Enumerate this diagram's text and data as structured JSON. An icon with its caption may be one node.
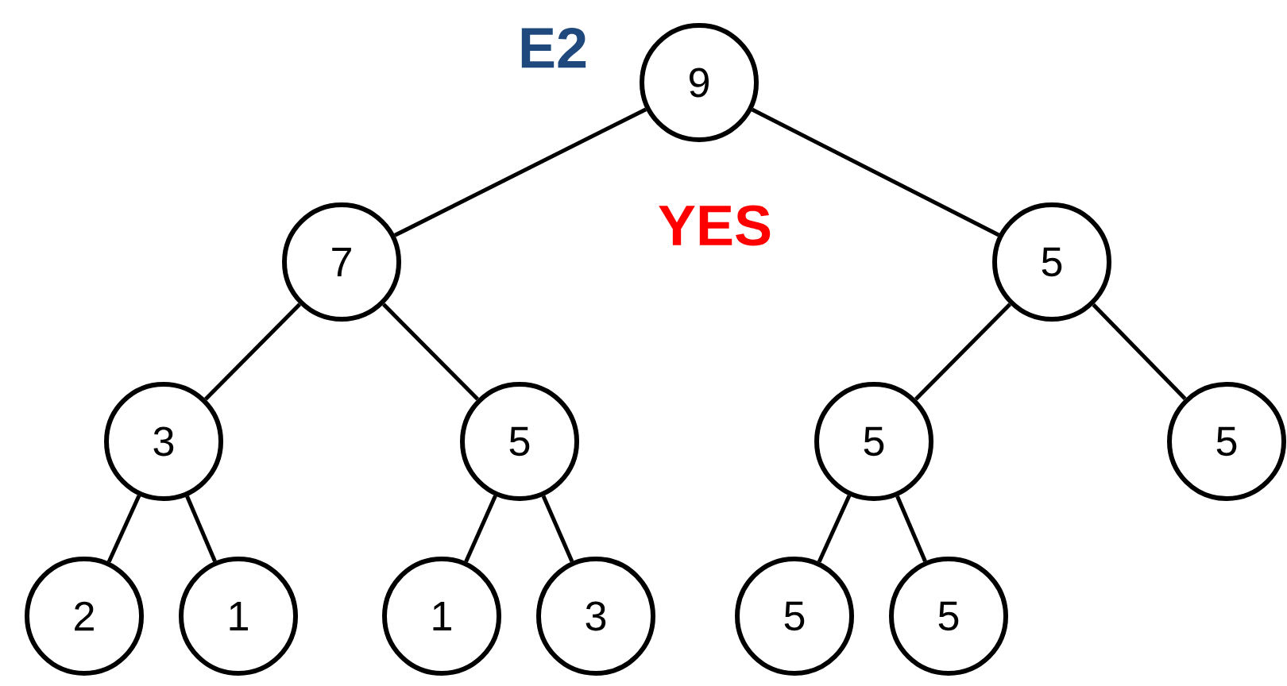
{
  "diagram": {
    "nodes": [
      {
        "text": [
          "9"
        ]
      },
      {
        "text": [
          "7"
        ]
      },
      {
        "text": [
          "5"
        ]
      },
      {
        "text": [
          "3"
        ]
      },
      {
        "text": [
          "5"
        ]
      },
      {
        "text": [
          "5"
        ]
      },
      {
        "text": [
          "5"
        ]
      },
      {
        "text": [
          "2"
        ]
      },
      {
        "text": [
          "1"
        ]
      },
      {
        "text": [
          "1"
        ]
      },
      {
        "text": [
          "3"
        ]
      },
      {
        "text": [
          "5"
        ]
      },
      {
        "text": [
          "5"
        ]
      }
    ],
    "edges": [
      {
        "from": 0,
        "to": 1,
        "arrow": "none"
      },
      {
        "from": 0,
        "to": 2,
        "arrow": "none"
      },
      {
        "from": 1,
        "to": 3,
        "arrow": "none"
      },
      {
        "from": 1,
        "to": 4,
        "arrow": "none"
      },
      {
        "from": 2,
        "to": 5,
        "arrow": "none"
      },
      {
        "from": 2,
        "to": 6,
        "arrow": "none"
      },
      {
        "from": 3,
        "to": 7,
        "arrow": "none"
      },
      {
        "from": 3,
        "to": 8,
        "arrow": "none"
      },
      {
        "from": 4,
        "to": 9,
        "arrow": "none"
      },
      {
        "from": 4,
        "to": 10,
        "arrow": "none"
      },
      {
        "from": 5,
        "to": 11,
        "arrow": "none"
      },
      {
        "from": 5,
        "to": 12,
        "arrow": "none"
      }
    ],
    "labels": [
      "E2",
      "YES"
    ]
  }
}
